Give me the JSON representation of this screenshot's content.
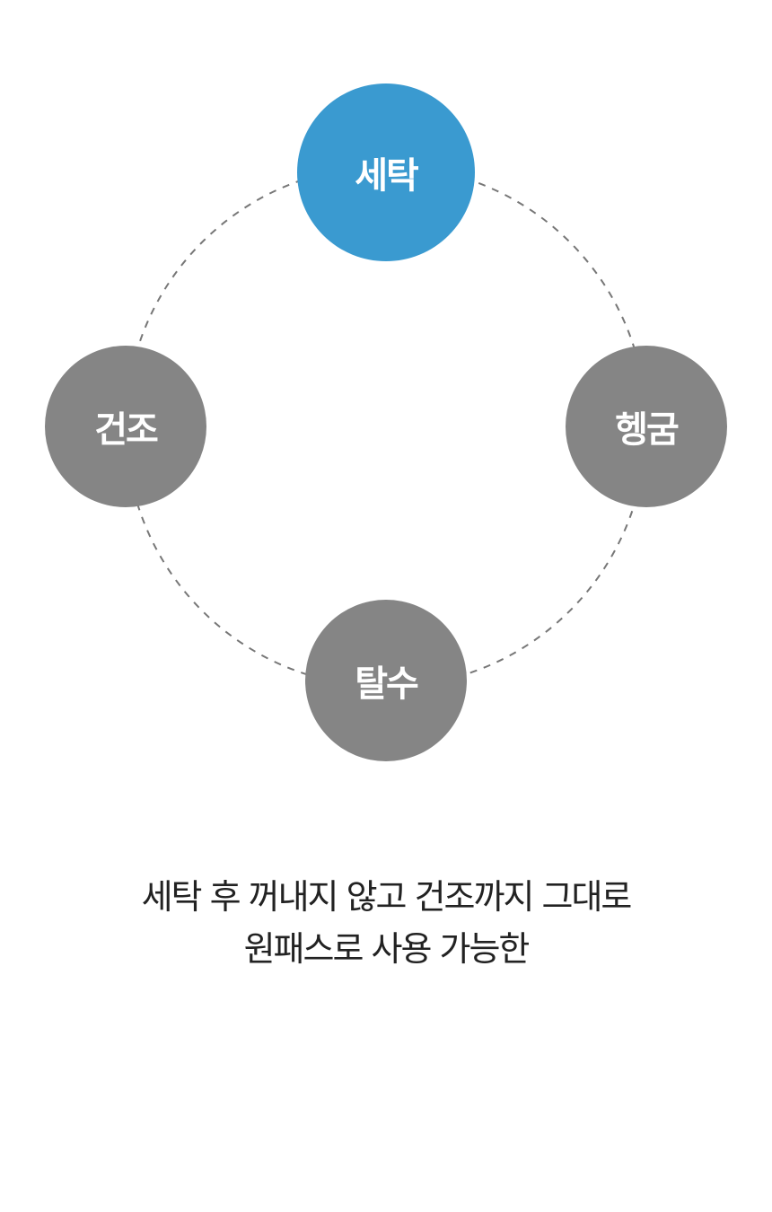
{
  "nodes": [
    {
      "label": "세탁",
      "color": "#3a9ad0"
    },
    {
      "label": "헹굼",
      "color": "#858585"
    },
    {
      "label": "탈수",
      "color": "#858585"
    },
    {
      "label": "건조",
      "color": "#858585"
    }
  ],
  "caption": {
    "line1": "세탁 후 꺼내지 않고 건조까지 그대로",
    "line2": "원패스로 사용 가능한"
  }
}
